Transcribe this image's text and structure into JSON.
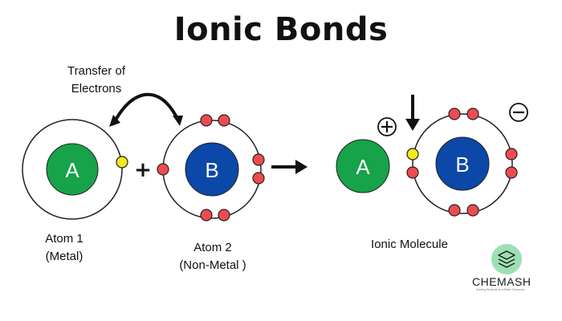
{
  "title": "Ionic Bonds",
  "transfer_label": [
    "Transfer of",
    "Electrons"
  ],
  "atom1": {
    "symbol": "A",
    "label": [
      "Atom 1",
      "(Metal)"
    ]
  },
  "atom2": {
    "symbol": "B",
    "label": [
      "Atom 2",
      "(Non-Metal )"
    ]
  },
  "product": {
    "cation_symbol": "A",
    "anion_symbol": "B",
    "label": "Ionic Molecule",
    "cation_charge": "+",
    "anion_charge": "−"
  },
  "plus_sign": "+",
  "brand": {
    "name": "CHEMASH",
    "tagline": "Guiding Students to a Better Tomorrow"
  },
  "colors": {
    "atom_a": "#16a34a",
    "atom_b": "#0b48a8",
    "electron": "#ef4b50",
    "transferred_electron": "#f5e81c",
    "logo": "#9ee0b5"
  }
}
